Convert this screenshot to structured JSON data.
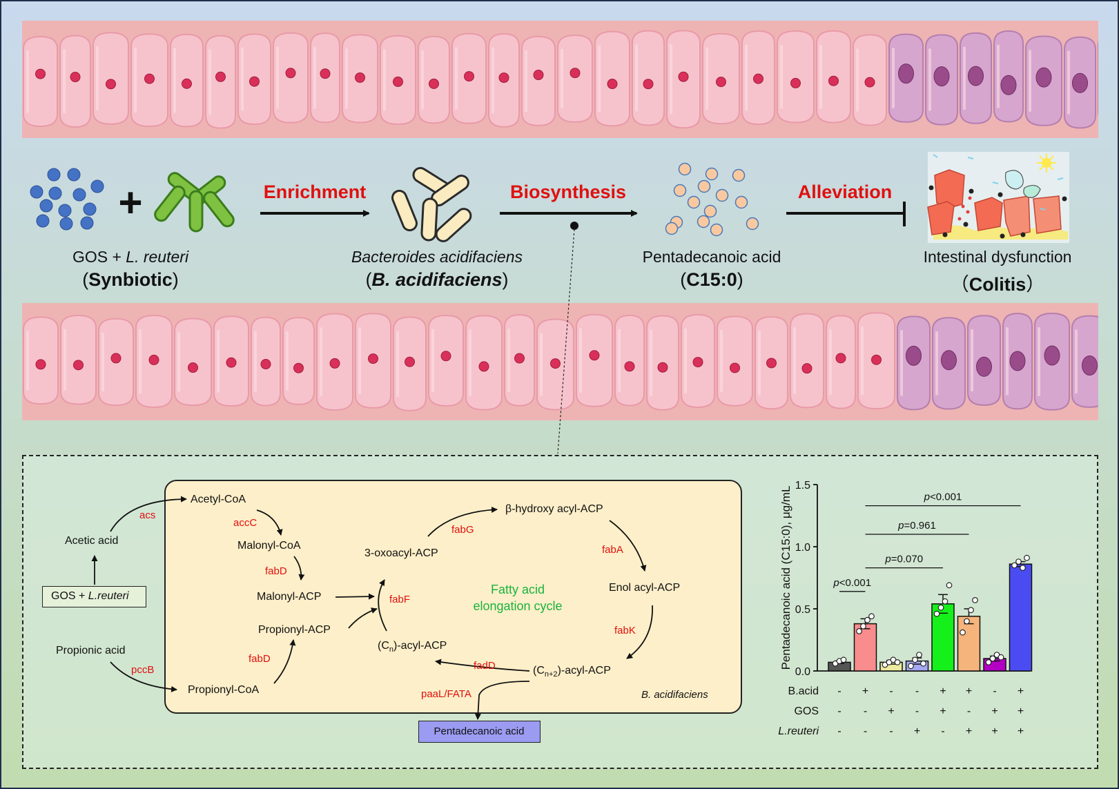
{
  "colors": {
    "red_label": "#e01010",
    "green_label": "#19b33f",
    "cell_fill": "#f6c3cc",
    "nucleus": "#d9305a",
    "colitis_cell": "#d7a6cf",
    "bacteria_green": "#7fc241",
    "bacteria_cream": "#fbebc1",
    "gos_dot": "#4472c4",
    "c15_dot": "#f8c9a0"
  },
  "icons": {
    "gos": "blue-dots-icon",
    "lreuteri": "green-rod-bacteria-icon",
    "bacteroides": "cream-rod-bacteria-icon",
    "c15": "orange-dots-icon",
    "colitis": "damaged-epithelium-icon"
  },
  "top": {
    "plus": "+",
    "arrows": [
      "Enrichment",
      "Biosynthesis",
      "Alleviation"
    ],
    "gos": {
      "prefix": "GOS + ",
      "italic": "L. reuteri",
      "sub_open": "(",
      "sub_bold": "Synbiotic",
      "sub_close": ")"
    },
    "bact": {
      "line1": "Bacteroides acidifaciens",
      "sub_open": "(",
      "sub_bold": "B. acidifaciens",
      "sub_close": ")"
    },
    "c15": {
      "line1": "Pentadecanoic acid",
      "sub_open": "(",
      "sub_bold": "C15:0",
      "sub_close": ")"
    },
    "colitis": {
      "line1": "Intestinal dysfunction",
      "sub_open": "（",
      "sub_bold": "Colitis",
      "sub_close": "）"
    }
  },
  "pathway": {
    "metabolites": {
      "acetyl_coa": "Acetyl-CoA",
      "acetic_acid": "Acetic acid",
      "malonyl_coa": "Malonyl-CoA",
      "malonyl_acp": "Malonyl-ACP",
      "propionyl_acp": "Propionyl-ACP",
      "propionic_acid": "Propionic acid",
      "propionyl_coa": "Propionyl-CoA",
      "oxoacyl": "3-oxoacyl-ACP",
      "hydroxy": "β-hydroxy acyl-ACP",
      "enol": "Enol acyl-ACP",
      "cn_acyl": "-acyl-ACP",
      "cn_open": "(C",
      "cn_sub": "n",
      "cn_close": ")",
      "cn2_open": "(C",
      "cn2_sub": "n+2",
      "cn2_close": ")",
      "cn2_acyl": "-acyl-ACP"
    },
    "gos_box": {
      "prefix": "GOS + ",
      "italic": "L.reuteri"
    },
    "product_box": "Pentadecanoic acid",
    "organism": "B. acidifaciens",
    "cycle_label": [
      "Fatty acid",
      "elongation cycle"
    ],
    "enzymes": {
      "acs": "acs",
      "accC": "accC",
      "fabD1": "fabD",
      "fabD2": "fabD",
      "pccB": "pccB",
      "fabF": "fabF",
      "fabG": "fabG",
      "fabA": "fabA",
      "fabK": "fabK",
      "fadD": "fadD",
      "paaL": "paaL/FATA"
    }
  },
  "chart_data": {
    "type": "bar",
    "ylabel": "Pentadecanoic acid (C15:0), μg/mL",
    "ylim": [
      0,
      1.5
    ],
    "yticks": [
      "0.0",
      "0.5",
      "1.0",
      "1.5"
    ],
    "factors": [
      {
        "name": "B.acid",
        "values": [
          "-",
          "+",
          "-",
          "-",
          "+",
          "+",
          "-",
          "+"
        ]
      },
      {
        "name": "GOS",
        "values": [
          "-",
          "-",
          "+",
          "-",
          "+",
          "-",
          "+",
          "+"
        ]
      },
      {
        "name": "L.reuteri",
        "values": [
          "-",
          "-",
          "-",
          "+",
          "-",
          "+",
          "+",
          "+"
        ]
      }
    ],
    "values": [
      0.07,
      0.38,
      0.07,
      0.08,
      0.54,
      0.44,
      0.1,
      0.86
    ],
    "sem": [
      0.01,
      0.04,
      0.015,
      0.025,
      0.075,
      0.06,
      0.02,
      0.02
    ],
    "colors": [
      "#555555",
      "#f98c8c",
      "#eeeb9f",
      "#a3a8f0",
      "#16f01a",
      "#f5b47c",
      "#b400c4",
      "#4a4cf2"
    ],
    "points": [
      [
        0.06,
        0.08,
        0.09
      ],
      [
        0.32,
        0.36,
        0.41,
        0.44
      ],
      [
        0.05,
        0.07,
        0.09,
        0.07
      ],
      [
        0.04,
        0.09,
        0.13,
        0.06
      ],
      [
        0.46,
        0.51,
        0.56,
        0.69
      ],
      [
        0.31,
        0.4,
        0.49,
        0.57
      ],
      [
        0.07,
        0.1,
        0.13,
        0.11
      ],
      [
        0.85,
        0.88,
        0.83,
        0.91
      ]
    ],
    "comparisons": [
      {
        "label_italic": "p",
        "label_rest": "<0.001",
        "from": 0,
        "to": 1,
        "level": 0.64
      },
      {
        "label_italic": "p",
        "label_rest": "=0.070",
        "from": 1,
        "to": 4,
        "level": 0.83
      },
      {
        "label_italic": "p",
        "label_rest": "=0.961",
        "from": 1,
        "to": 5,
        "level": 1.1
      },
      {
        "label_italic": "p",
        "label_rest": "<0.001",
        "from": 1,
        "to": 7,
        "level": 1.33
      }
    ]
  }
}
